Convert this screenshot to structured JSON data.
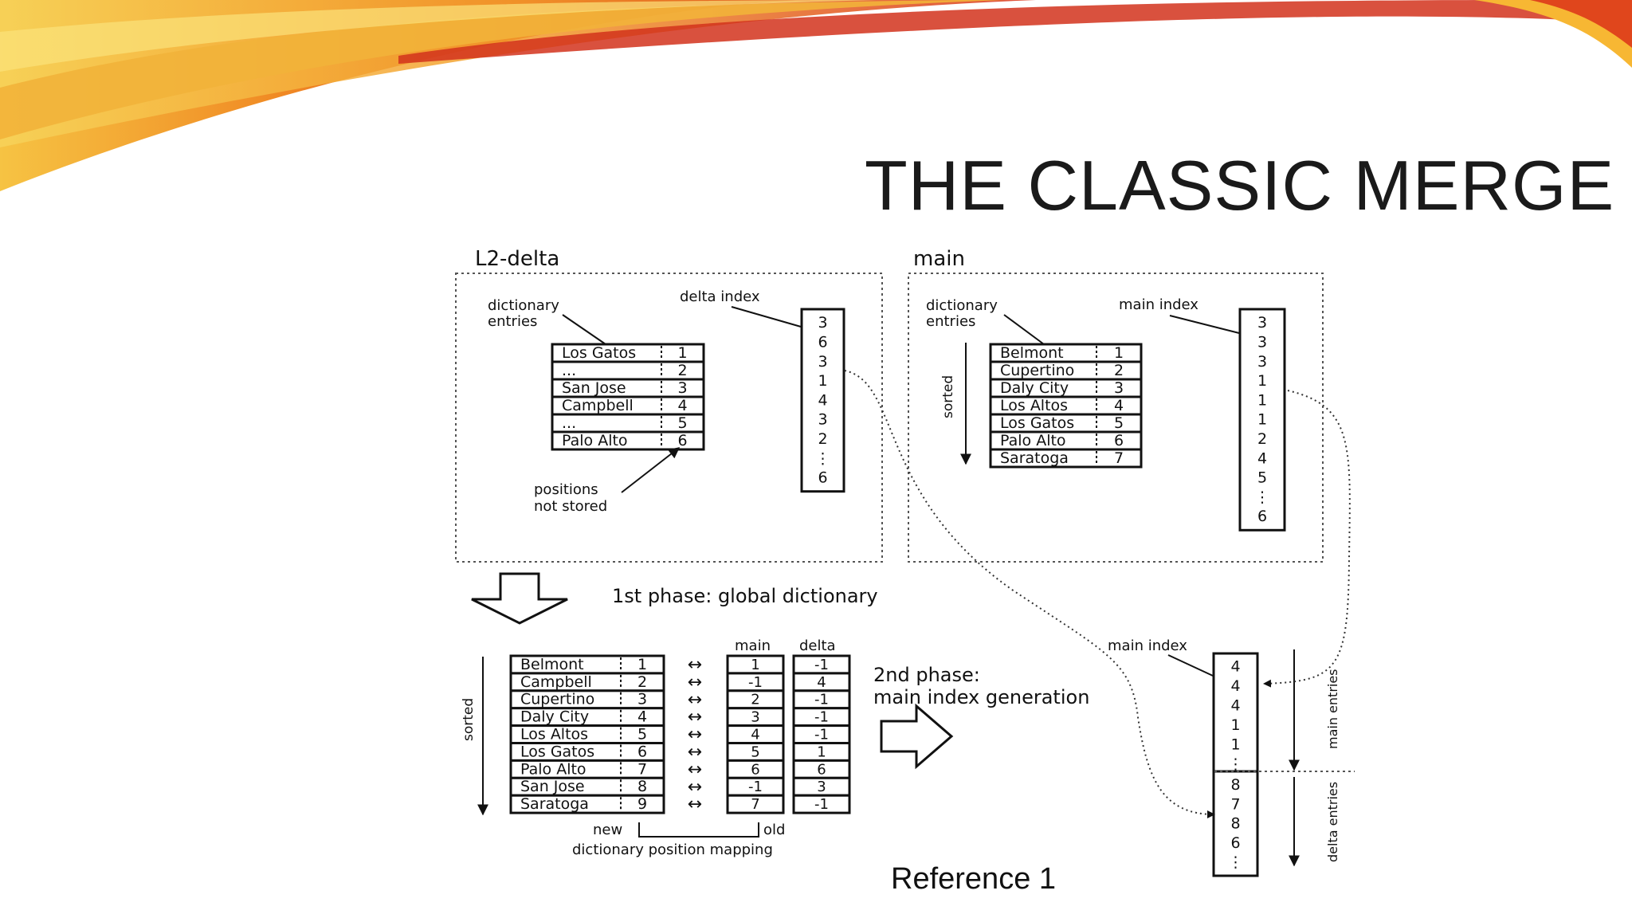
{
  "slide": {
    "title": "THE CLASSIC MERGE",
    "reference": "Reference 1"
  },
  "diagram": {
    "l2delta": {
      "heading": "L2-delta",
      "dict_label_1": "dictionary",
      "dict_label_2": "entries",
      "index_label": "delta index",
      "entries": [
        {
          "name": "Los Gatos",
          "pos": "1"
        },
        {
          "name": "...",
          "pos": "2"
        },
        {
          "name": "San Jose",
          "pos": "3"
        },
        {
          "name": "Campbell",
          "pos": "4"
        },
        {
          "name": "...",
          "pos": "5"
        },
        {
          "name": "Palo Alto",
          "pos": "6"
        }
      ],
      "index_values": [
        "3",
        "6",
        "3",
        "1",
        "4",
        "3",
        "2",
        "⋮",
        "6"
      ],
      "note_1": "positions",
      "note_2": "not stored"
    },
    "main": {
      "heading": "main",
      "dict_label_1": "dictionary",
      "dict_label_2": "entries",
      "index_label": "main index",
      "sorted_label": "sorted",
      "entries": [
        {
          "name": "Belmont",
          "pos": "1"
        },
        {
          "name": "Cupertino",
          "pos": "2"
        },
        {
          "name": "Daly City",
          "pos": "3"
        },
        {
          "name": "Los Altos",
          "pos": "4"
        },
        {
          "name": "Los Gatos",
          "pos": "5"
        },
        {
          "name": "Palo Alto",
          "pos": "6"
        },
        {
          "name": "Saratoga",
          "pos": "7"
        }
      ],
      "index_values": [
        "3",
        "3",
        "3",
        "1",
        "1",
        "1",
        "2",
        "4",
        "5",
        "⋮",
        "6"
      ]
    },
    "phase1": {
      "label": "1st phase: global dictionary",
      "sorted_label": "sorted",
      "col_main": "main",
      "col_delta": "delta",
      "entries": [
        {
          "name": "Belmont",
          "pos": "1",
          "main": "1",
          "delta": "-1"
        },
        {
          "name": "Campbell",
          "pos": "2",
          "main": "-1",
          "delta": "4"
        },
        {
          "name": "Cupertino",
          "pos": "3",
          "main": "2",
          "delta": "-1"
        },
        {
          "name": "Daly City",
          "pos": "4",
          "main": "3",
          "delta": "-1"
        },
        {
          "name": "Los Altos",
          "pos": "5",
          "main": "4",
          "delta": "-1"
        },
        {
          "name": "Los Gatos",
          "pos": "6",
          "main": "5",
          "delta": "1"
        },
        {
          "name": "Palo Alto",
          "pos": "7",
          "main": "6",
          "delta": "6"
        },
        {
          "name": "San Jose",
          "pos": "8",
          "main": "-1",
          "delta": "3"
        },
        {
          "name": "Saratoga",
          "pos": "9",
          "main": "7",
          "delta": "-1"
        }
      ],
      "mapping_arrow": "↔",
      "new_label": "new",
      "old_label": "old",
      "mapping_label": "dictionary position mapping"
    },
    "phase2": {
      "label_1": "2nd phase:",
      "label_2": "main index generation",
      "index_label": "main index",
      "main_values": [
        "4",
        "4",
        "4",
        "1",
        "1",
        "⋮"
      ],
      "delta_values": [
        "8",
        "7",
        "8",
        "6",
        "⋮"
      ],
      "main_entries_label": "main entries",
      "delta_entries_label": "delta entries"
    }
  }
}
